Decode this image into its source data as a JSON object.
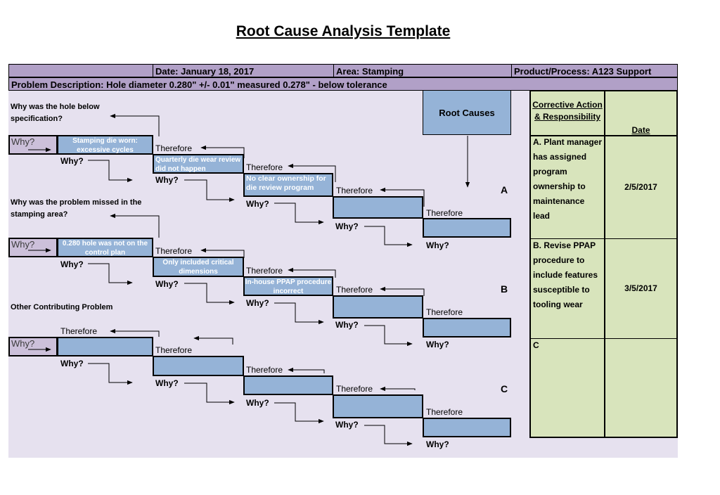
{
  "title": "Root Cause Analysis Template",
  "header": {
    "date": "Date:  January 18, 2017",
    "area": "Area:  Stamping",
    "product": "Product/Process: A123 Support",
    "problem": "Problem Description:  Hole diameter 0.280\" +/- 0.01\" measured 0.278\" - below tolerance"
  },
  "root_causes_label": "Root Causes",
  "labels": {
    "why": "Why?",
    "therefore": "Therefore"
  },
  "sections": [
    {
      "question": "Why was the hole below specification?",
      "letter": "A",
      "steps": [
        "Stamping die worn: excessive cycles",
        "Quarterly die wear review did not happen",
        "No clear ownership for die review program",
        "",
        ""
      ]
    },
    {
      "question": "Why was the problem missed in the stamping area?",
      "letter": "B",
      "steps": [
        "0.280 hole was not on the control plan",
        "Only included critical dimensions",
        "In-house PPAP procedure incorrect",
        "",
        ""
      ]
    },
    {
      "question": "Other Contributing Problem",
      "letter": "C",
      "steps": [
        "",
        "",
        "",
        "",
        ""
      ]
    }
  ],
  "table": {
    "header_action": "Corrective Action & Responsibility",
    "header_date": "Date",
    "rows": [
      {
        "action": "A. Plant manager has assigned program ownership to maintenance lead",
        "date": "2/5/2017"
      },
      {
        "action": "B.  Revise PPAP procedure to include features susceptible to tooling wear",
        "date": "3/5/2017"
      },
      {
        "action": "C",
        "date": ""
      }
    ]
  }
}
